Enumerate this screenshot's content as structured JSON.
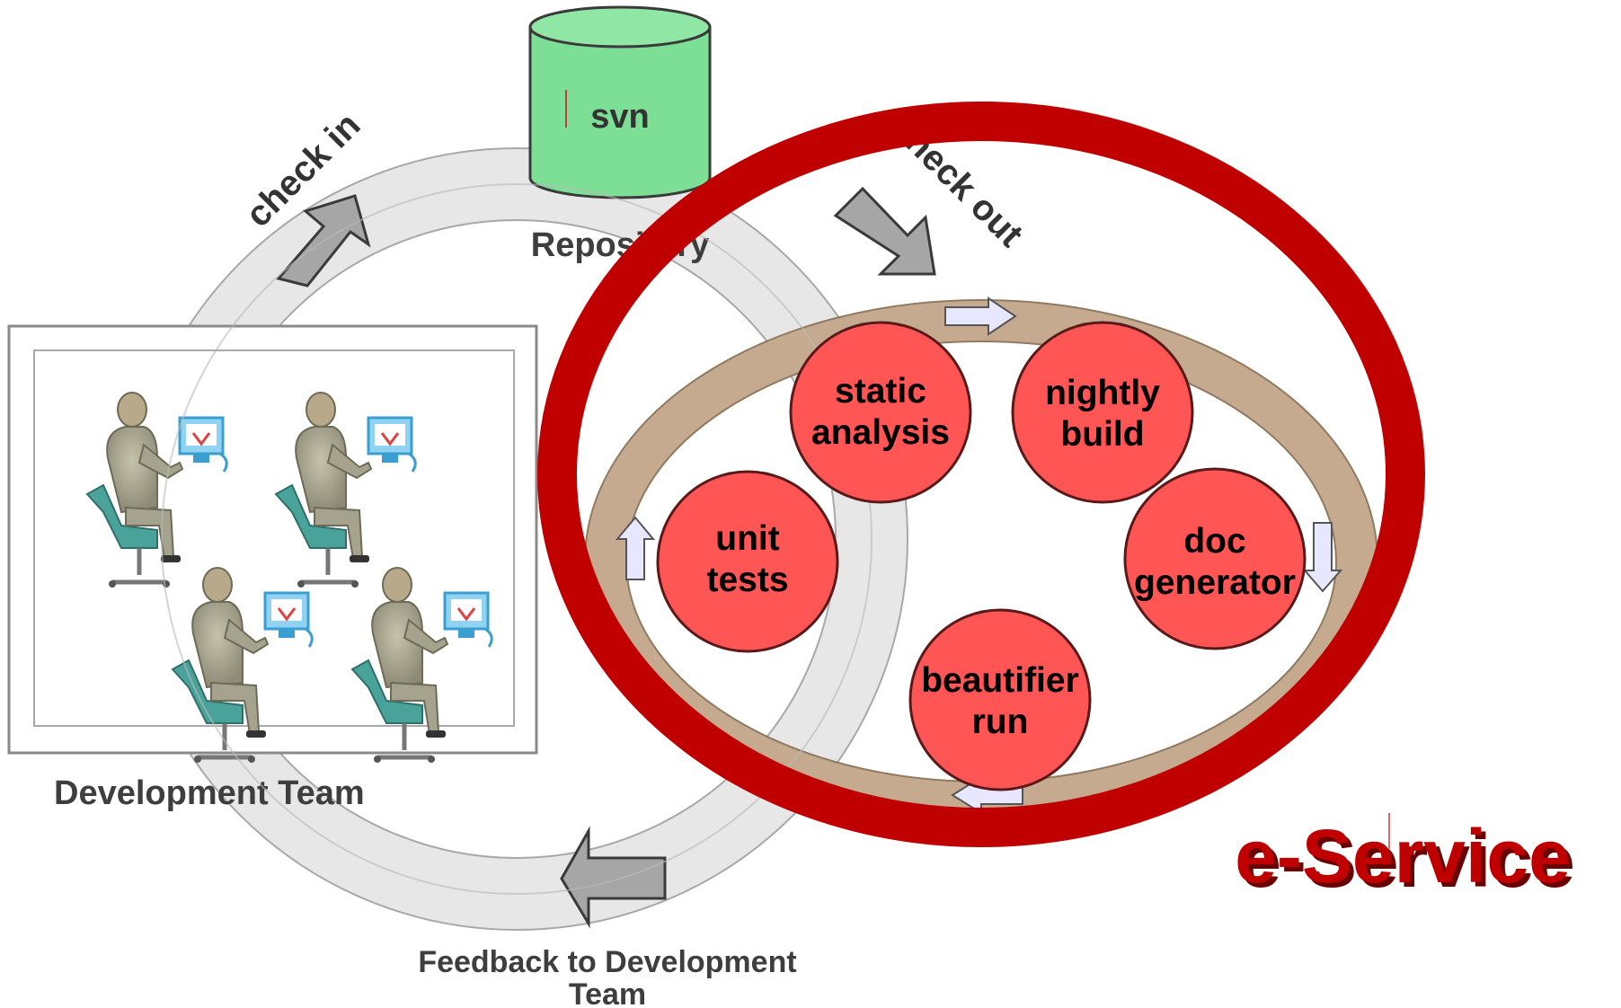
{
  "repository": {
    "db_label": "svn",
    "caption": "Repository",
    "color": "#7ddf95"
  },
  "arrows": {
    "check_in": "check in",
    "check_out": "check out",
    "feedback_line1": "Feedback to Development",
    "feedback_line2": "Team"
  },
  "team": {
    "caption": "Development Team",
    "members": 4
  },
  "ci_cycle": {
    "ring_color": "#c9ad92",
    "node_color": "#ff5555",
    "nodes": [
      {
        "id": "static-analysis",
        "line1": "static",
        "line2": "analysis"
      },
      {
        "id": "nightly-build",
        "line1": "nightly",
        "line2": "build"
      },
      {
        "id": "doc-generator",
        "line1": "doc",
        "line2": "generator"
      },
      {
        "id": "beautifier-run",
        "line1": "beautifier",
        "line2": "run"
      },
      {
        "id": "unit-tests",
        "line1": "unit",
        "line2": "tests"
      }
    ]
  },
  "highlight": {
    "color": "#c00000"
  },
  "brand": {
    "text": "e-Service"
  }
}
